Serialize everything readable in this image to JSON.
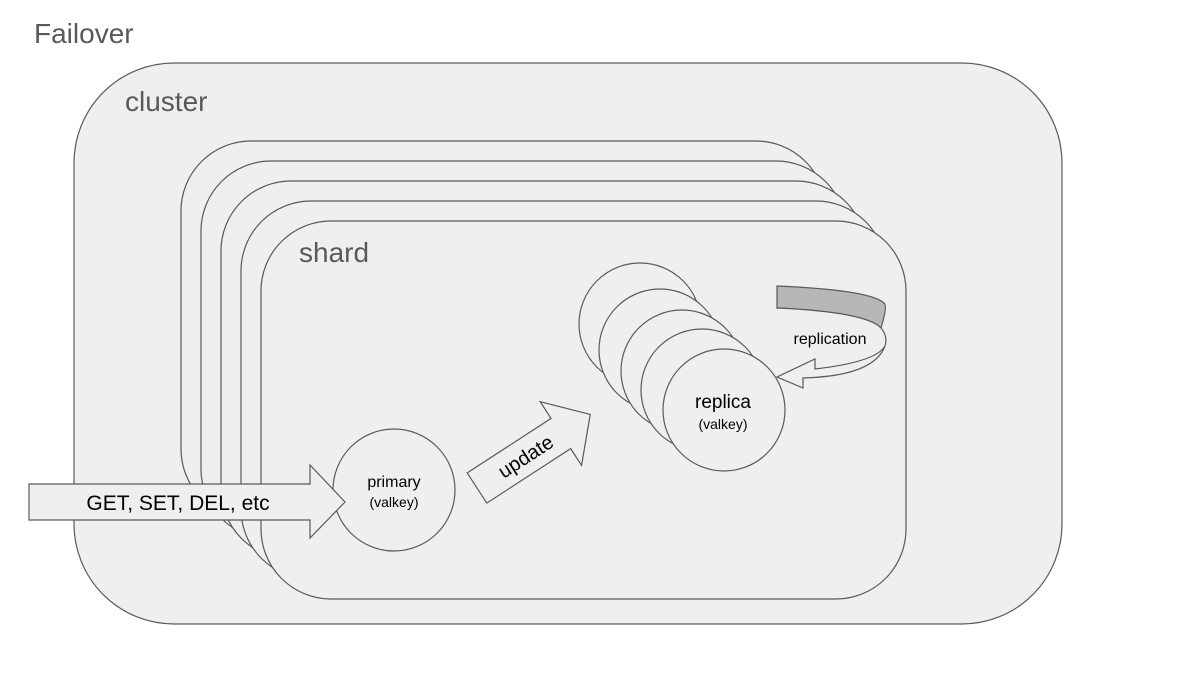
{
  "title": "Failover",
  "cluster_label": "cluster",
  "shard_label": "shard",
  "primary": {
    "name": "primary",
    "sub": "(valkey)"
  },
  "replica": {
    "name": "replica",
    "sub": "(valkey)"
  },
  "commands_label": "GET, SET, DEL, etc",
  "update_label": "update",
  "replication_label": "replication",
  "colors": {
    "fill": "#efefef",
    "stroke": "#595959",
    "text_gray": "#595959",
    "text_dark": "#000000",
    "replication_band": "#b7b7b7"
  }
}
